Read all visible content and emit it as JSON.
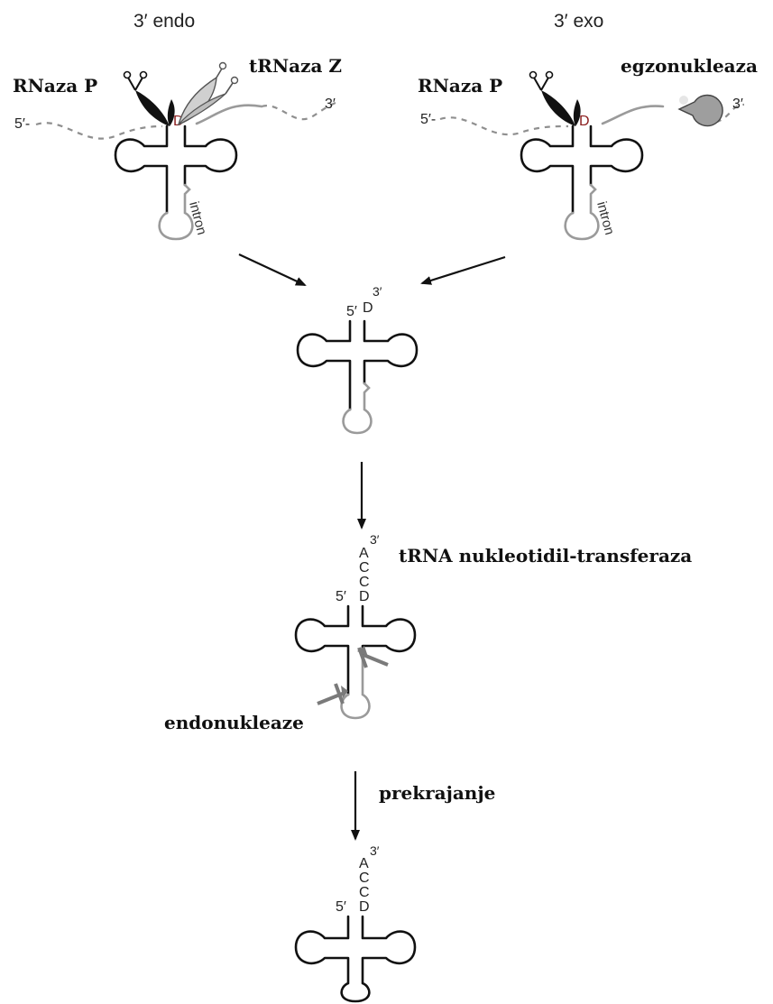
{
  "headers": {
    "endo": "3′ endo",
    "exo": "3′ exo"
  },
  "enzymes": {
    "rnase_p_left": "RNaza P",
    "trnase_z": "tRNaza Z",
    "rnase_p_right": "RNaza P",
    "exonuclease": "egzonukleaza",
    "trna_nt_transferase": "tRNA nukleotidil-transferaza",
    "endonucleases": "endonukleaze",
    "splicing": "prekrajanje"
  },
  "labels": {
    "five_prime": "5′",
    "five_prime_dash": "5′-",
    "three_prime": "3′",
    "d": "D",
    "a": "A",
    "c": "C",
    "intron": "intron"
  },
  "colors": {
    "rna": "#111111",
    "intron": "#9a9a9a",
    "d_marker": "#8a1c1c",
    "cut_marker": "#7a7a7a"
  }
}
